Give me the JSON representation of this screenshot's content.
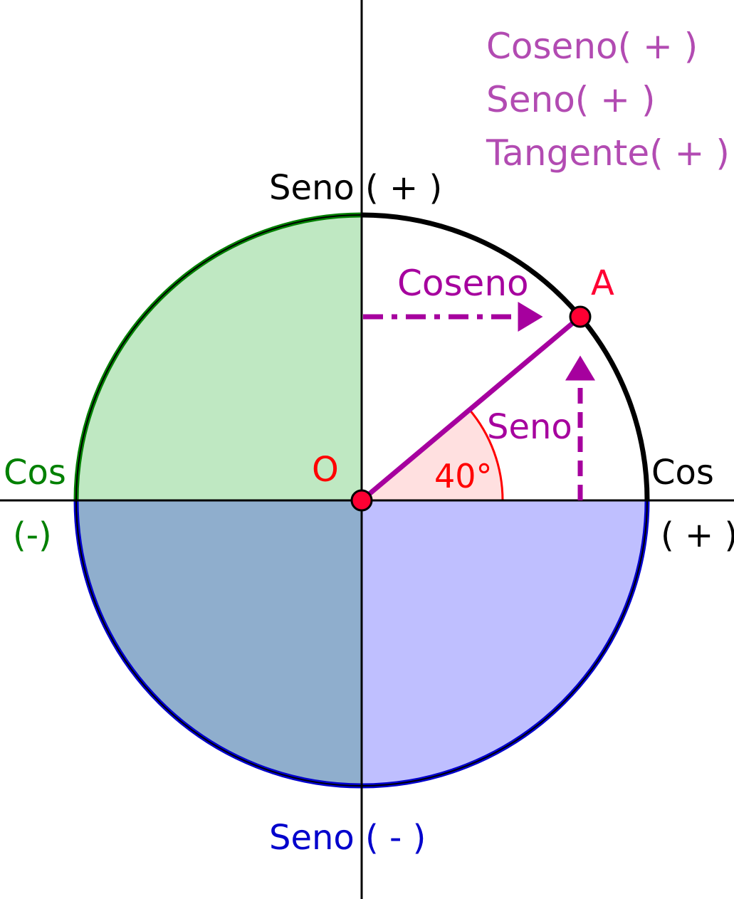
{
  "legend": {
    "cos_label": "Coseno( + )",
    "sin_label": "Seno( + )",
    "tan_label": "Tangente( + )",
    "color": "#b24bb2"
  },
  "axis_labels": {
    "top": "Seno ( + )",
    "bottom": "Seno ( - )",
    "left_cos": "Cos",
    "left_sign": "(-)",
    "right_cos": "Cos",
    "right_sign": "( + )"
  },
  "points": {
    "origin": "O",
    "a": "A"
  },
  "angle": {
    "degrees": 40,
    "label": "40°"
  },
  "vector_labels": {
    "cos": "Coseno",
    "sin": "Seno"
  },
  "colors": {
    "quadrant_ii_fill": "#bfe8c2",
    "quadrant_iii_fill": "#8faecd",
    "quadrant_iv_fill": "#bfbfff",
    "angle_fill": "#ffe0e0",
    "purple": "#a6009e",
    "red": "#ff0000",
    "green": "#008000",
    "blue": "#0000cc",
    "black": "#000000"
  }
}
